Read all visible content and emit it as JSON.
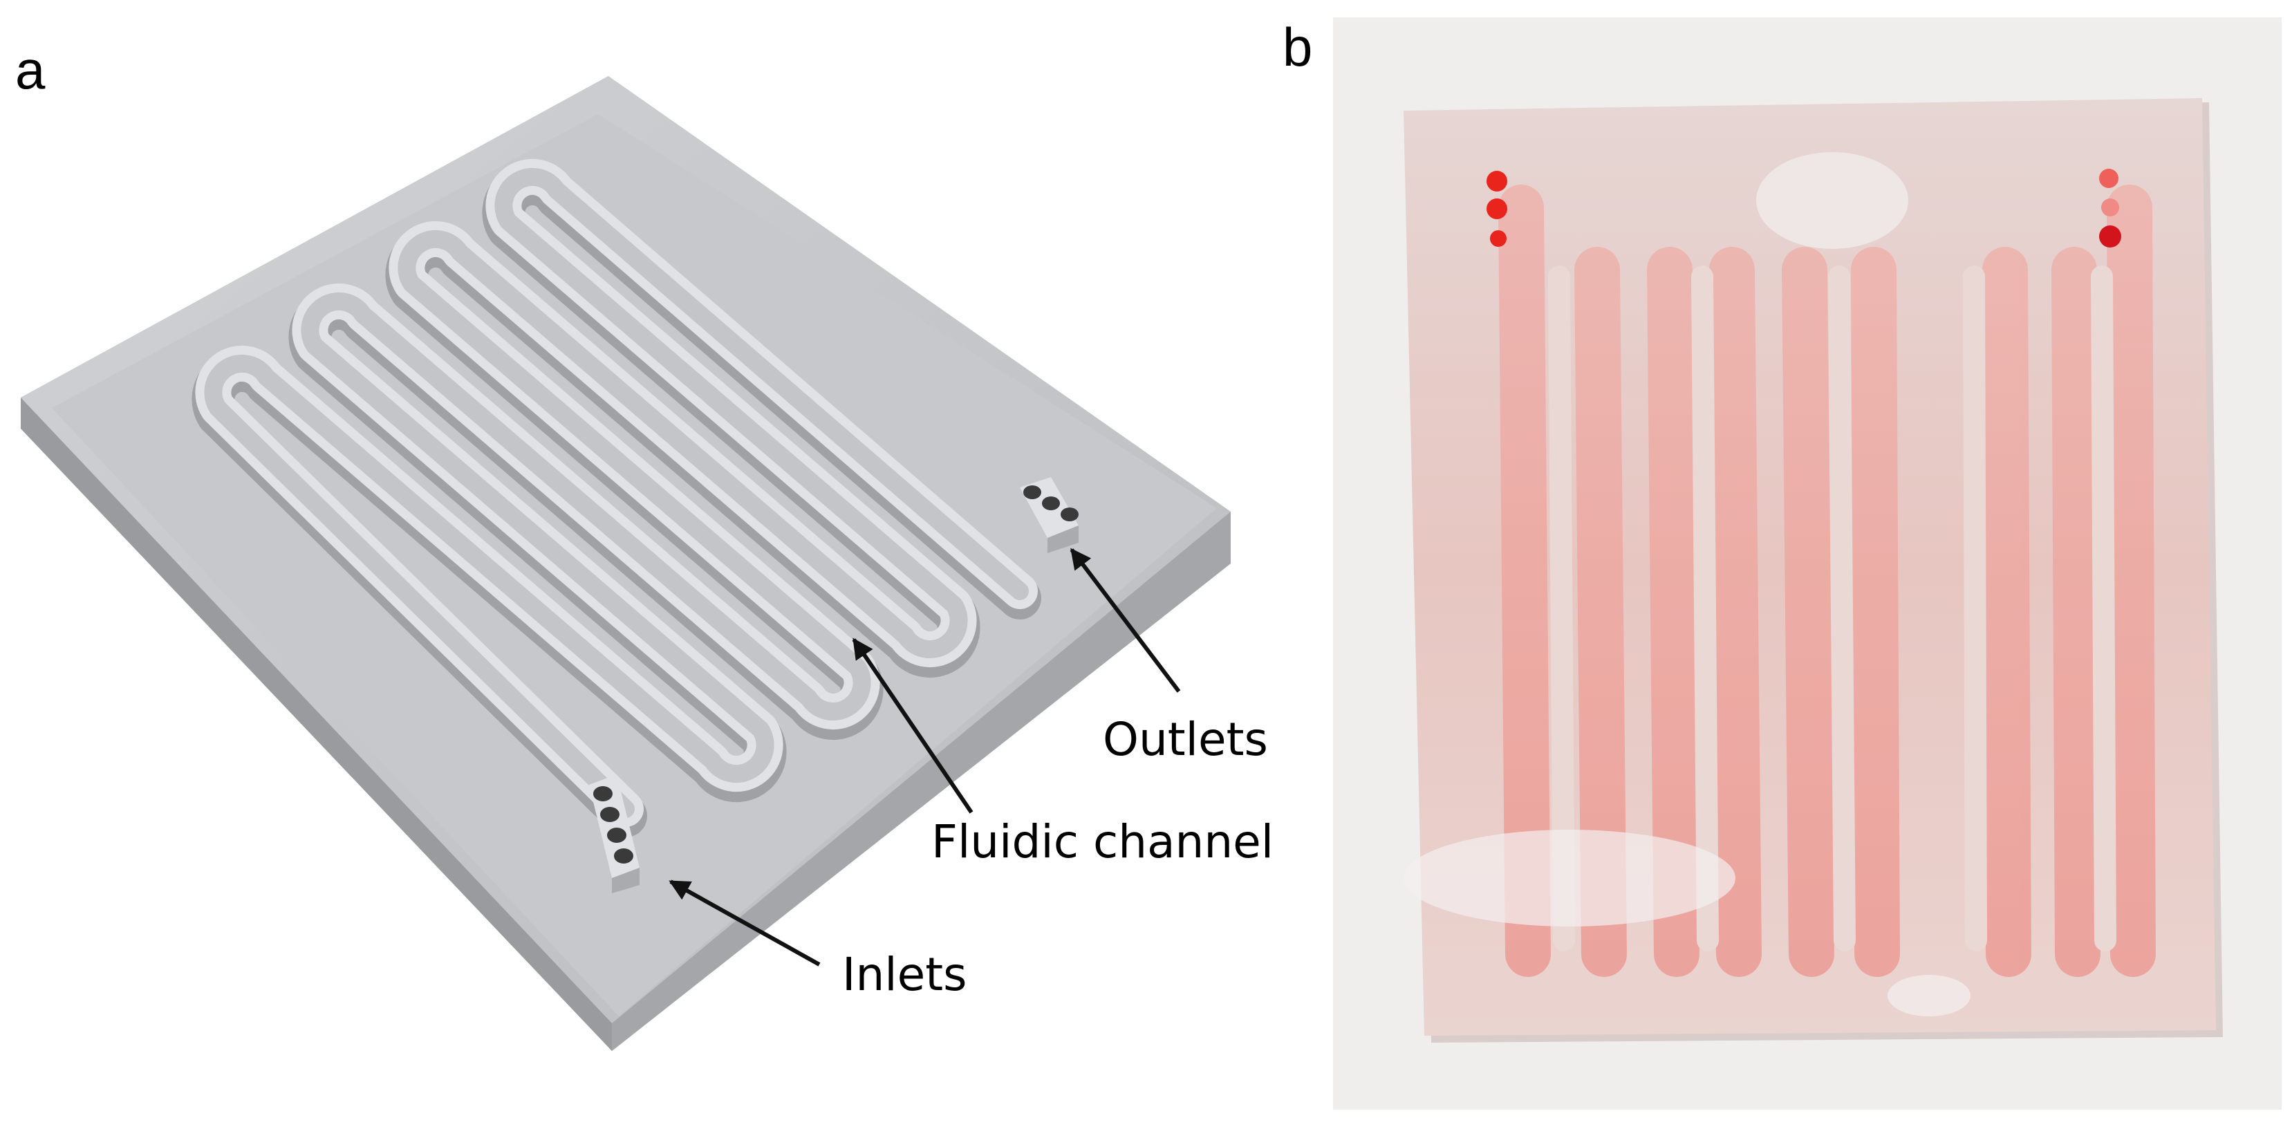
{
  "panels": [
    {
      "id": "a",
      "label": "a",
      "callouts": {
        "outlets": "Outlets",
        "fluidic_channel": "Fluidic channel",
        "inlets": "Inlets"
      }
    },
    {
      "id": "b",
      "label": "b"
    }
  ],
  "colors": {
    "device_top": "#c4c6c9",
    "device_front": "#9b9da0",
    "device_side": "#a8aaad",
    "channel_wall": "#dfe1e4",
    "photo_background": "#efeeec",
    "chip_body": "#e7cdc9",
    "channel_tint": "#eaa19b",
    "port_red": "#e8241c"
  }
}
